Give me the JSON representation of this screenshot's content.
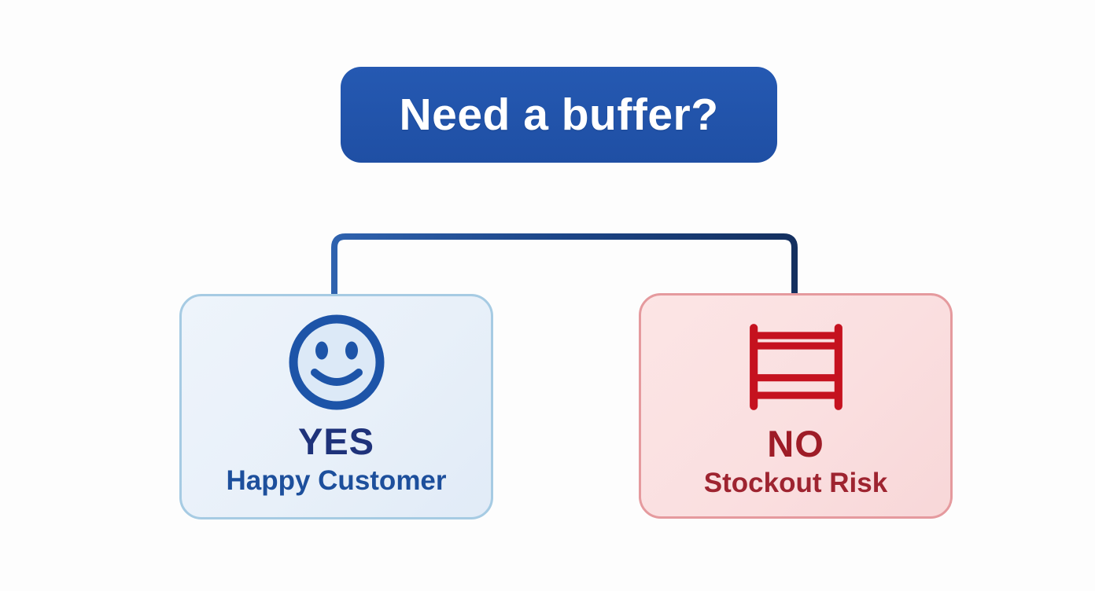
{
  "diagram": {
    "type": "decision-tree",
    "root": {
      "label": "Need a buffer?",
      "shape": "rounded-rectangle"
    },
    "branches": [
      {
        "id": "yes",
        "label": "YES",
        "sublabel": "Happy Customer",
        "icon": "smiley-face-icon"
      },
      {
        "id": "no",
        "label": "NO",
        "sublabel": "Stockout Risk",
        "icon": "empty-shelf-rack-icon"
      }
    ],
    "colors": {
      "root_fill": "#2559b2",
      "root_fill_bottom": "#1f4fa4",
      "root_text": "#ffffff",
      "connector_light": "#2f62ae",
      "connector_dark": "#14305f",
      "yes_box_bg": "#e8f0f9",
      "yes_box_border": "#a6cbe3",
      "yes_icon": "#1d54a8",
      "yes_icon_fill": "#dce9f7",
      "yes_label": "#1e327a",
      "yes_sublabel": "#1d4f9c",
      "no_box_bg": "#fadfe0",
      "no_box_border": "#e59a9e",
      "no_icon": "#c5121f",
      "no_label": "#9e1c27",
      "no_sublabel": "#9e2430"
    }
  }
}
